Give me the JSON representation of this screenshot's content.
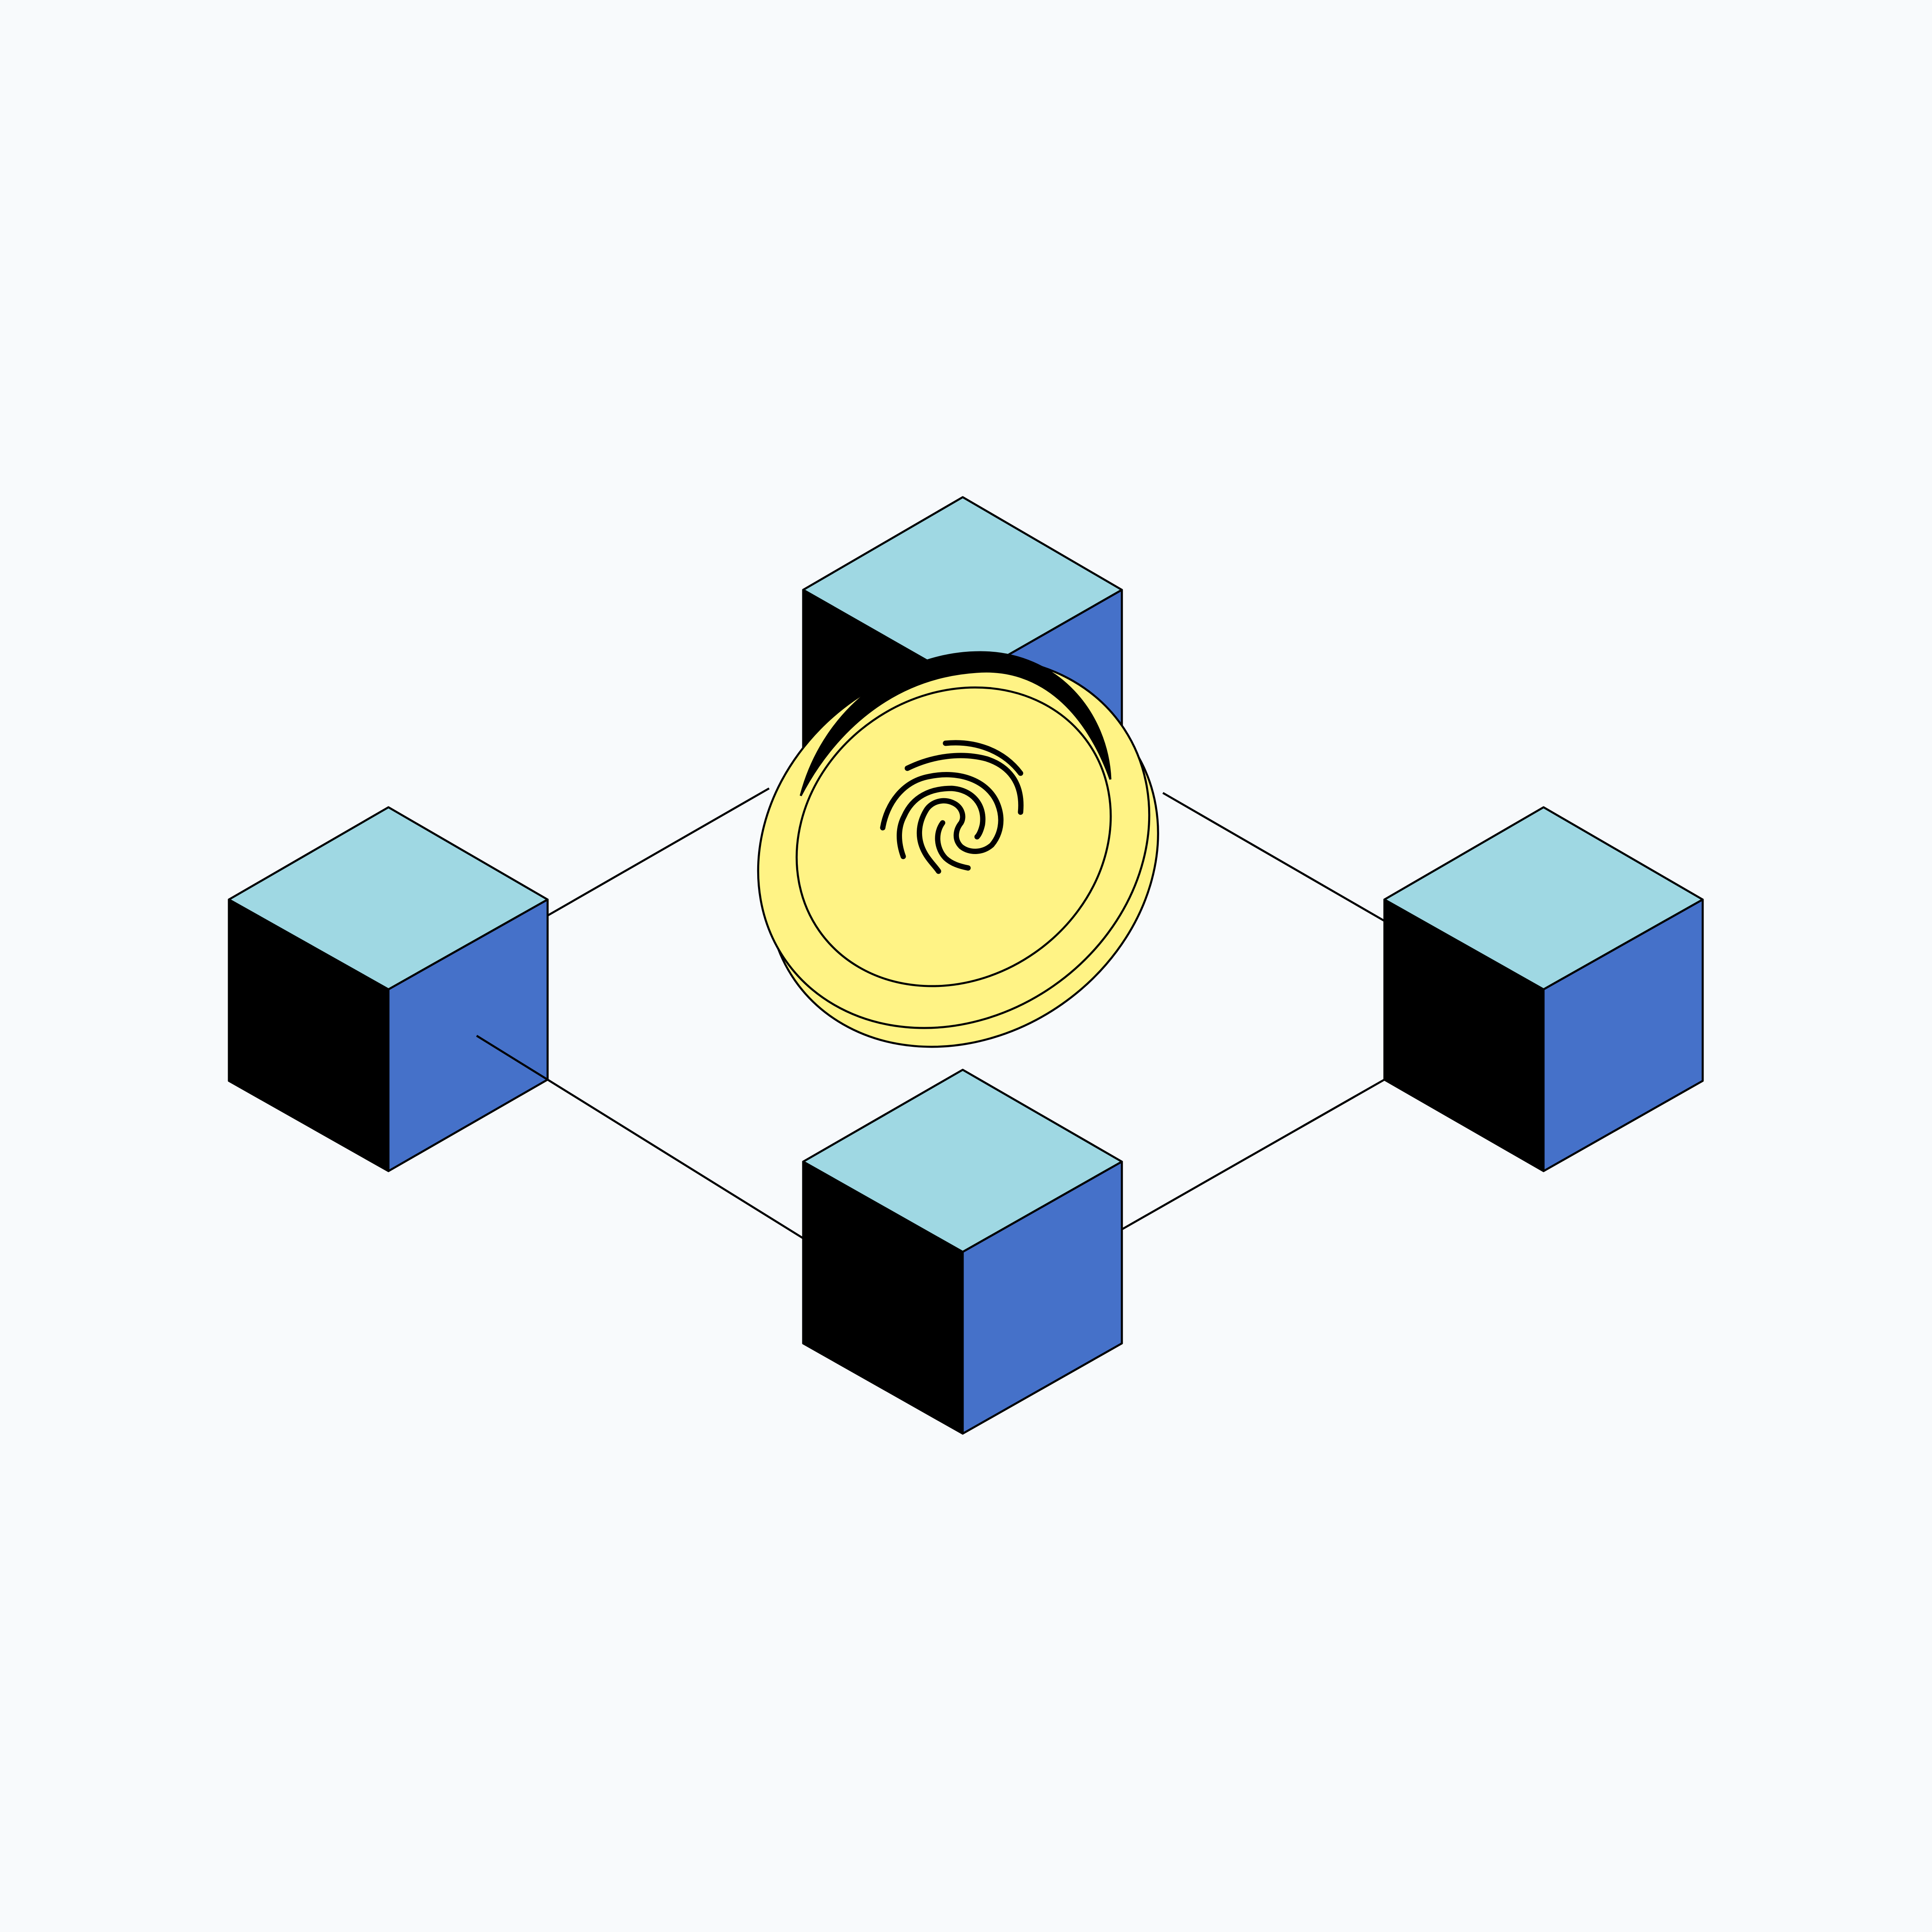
{
  "illustration": {
    "subject": "blockchain-network-with-fingerprint-token",
    "background_color": "#F8FAFC",
    "colors": {
      "cube_top": "#9FD8E3",
      "cube_left": "#000000",
      "cube_right": "#4571C9",
      "coin_fill": "#FFF385",
      "stroke": "#000000"
    },
    "nodes": [
      {
        "id": "top",
        "name": "block-node-top"
      },
      {
        "id": "left",
        "name": "block-node-left"
      },
      {
        "id": "right",
        "name": "block-node-right"
      },
      {
        "id": "bottom",
        "name": "block-node-bottom"
      }
    ],
    "links": [
      {
        "from": "left",
        "to": "top"
      },
      {
        "from": "top",
        "to": "right"
      },
      {
        "from": "left",
        "to": "bottom"
      },
      {
        "from": "bottom",
        "to": "right"
      }
    ],
    "token": {
      "icon": "fingerprint-icon",
      "shape": "stacked-coins"
    }
  }
}
